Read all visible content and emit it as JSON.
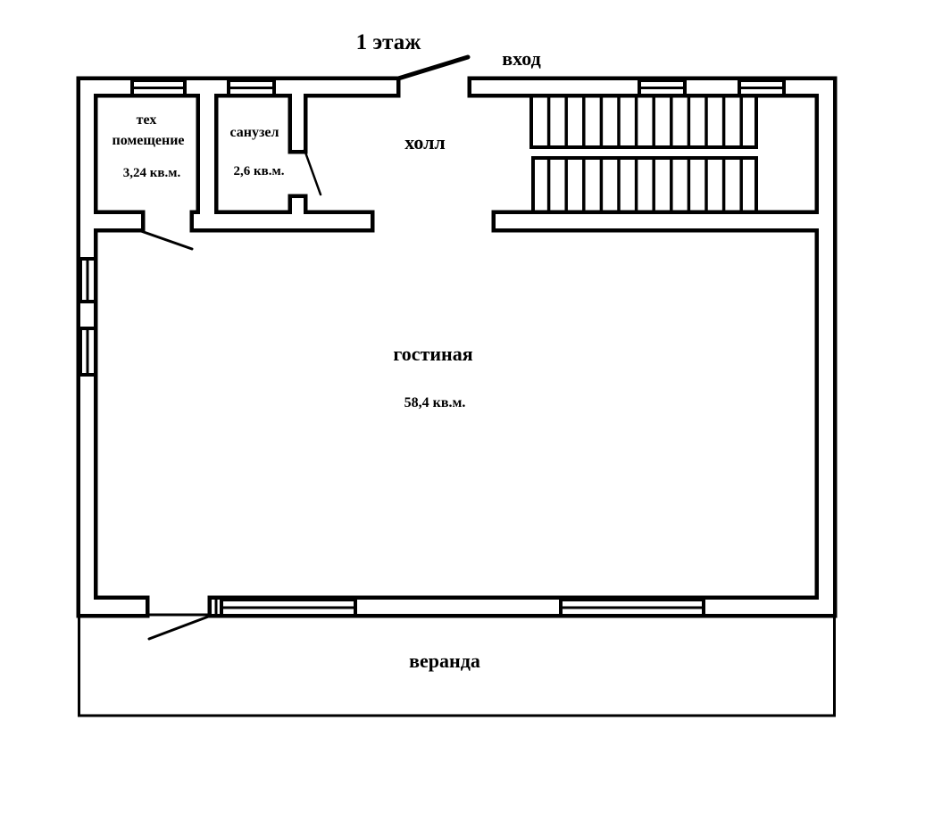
{
  "title": "1 этаж",
  "entrance_label": "вход",
  "rooms": {
    "tech": {
      "name_line1": "тех",
      "name_line2": "помещение",
      "area": "3,24 кв.м."
    },
    "bathroom": {
      "name": "санузел",
      "area": "2,6 кв.м."
    },
    "hall": {
      "name": "холл"
    },
    "living": {
      "name": "гостиная",
      "area": "58,4 кв.м."
    },
    "veranda": {
      "name": "веранда"
    }
  },
  "colors": {
    "line": "#000000",
    "background": "#ffffff"
  }
}
